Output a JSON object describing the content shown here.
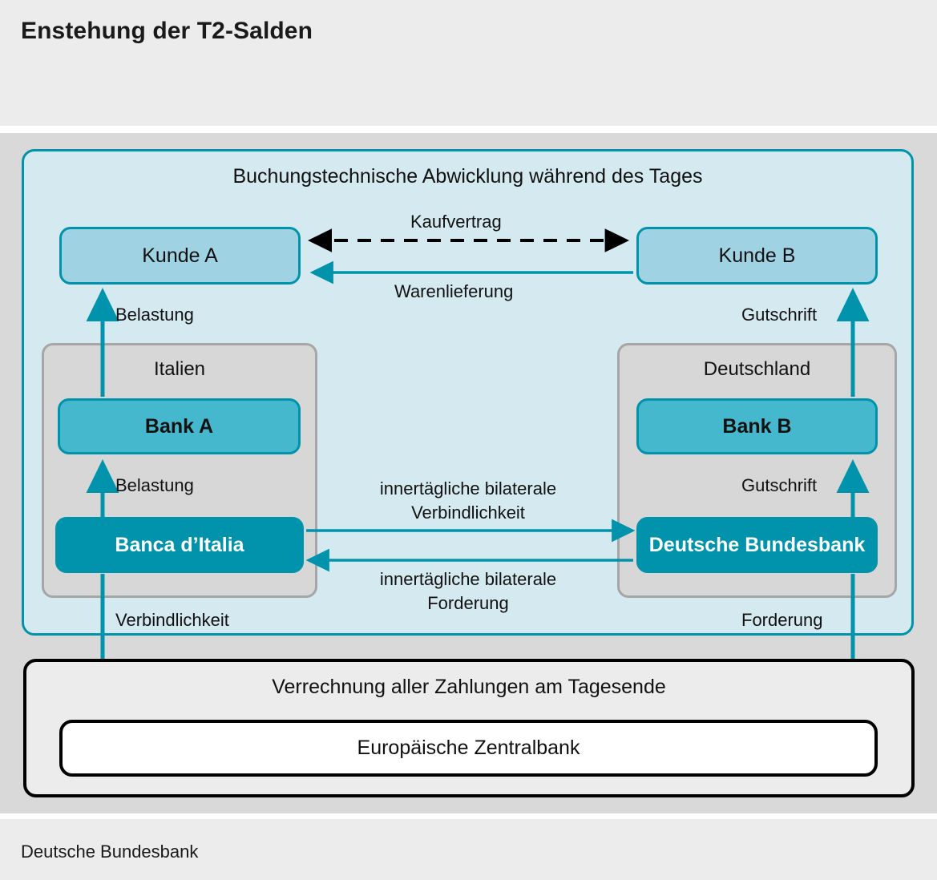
{
  "header": {
    "title": "Enstehung der T2-Salden"
  },
  "footer": {
    "source": "Deutsche Bundesbank"
  },
  "intraday_panel": {
    "title": "Buchungstechnische Abwicklung während des Tages"
  },
  "settlement_panel": {
    "title": "Verrechnung aller Zahlungen am Tagesende",
    "node_label": "Europäische Zentralbank"
  },
  "groups": [
    {
      "id": "italien",
      "title": "Italien"
    },
    {
      "id": "deutschland",
      "title": "Deutschland"
    }
  ],
  "nodes": {
    "kunde_a": "Kunde A",
    "kunde_b": "Kunde B",
    "bank_a": "Bank A",
    "bank_b": "Bank B",
    "banca_italia": "Banca d’Italia",
    "bundesbank": "Deutsche Bundesbank",
    "ezb": "Europäische Zentralbank"
  },
  "edges": {
    "kaufvertrag": "Kaufvertrag",
    "warenlieferung": "Warenlieferung",
    "belastung_kunde": "Belastung",
    "belastung_bank": "Belastung",
    "gutschrift_kunde": "Gutschrift",
    "gutschrift_bank": "Gutschrift",
    "bilaterale_verbindlichkeit_line1": "innertägliche bilaterale",
    "bilaterale_verbindlichkeit_line2": "Verbindlichkeit",
    "bilaterale_forderung_line1": "innertägliche bilaterale",
    "bilaterale_forderung_line2": "Forderung",
    "verbindlichkeit_ezb": "Verbindlichkeit",
    "forderung_ezb": "Forderung"
  },
  "colors": {
    "teal_dark": "#0093ab",
    "teal_mid": "#45b8cd",
    "teal_light_fill": "#9fd3e3",
    "panel_fill": "#d4eaf0",
    "group_fill": "#d7d7d7",
    "group_border": "#a6a6a6",
    "canvas_gray": "#d9d9d9",
    "band_gray": "#ececec",
    "black": "#000000",
    "white": "#ffffff"
  }
}
